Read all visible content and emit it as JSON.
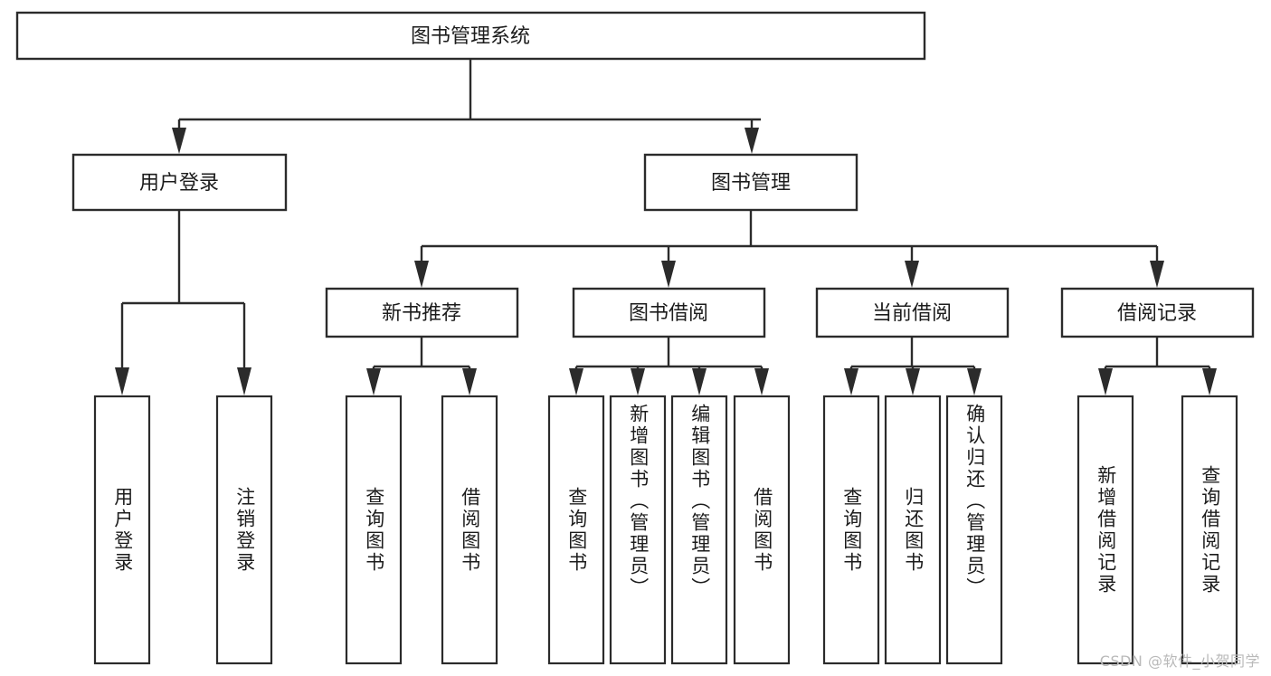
{
  "diagram": {
    "type": "tree-hierarchy",
    "title": "图书管理系统",
    "watermark": "CSDN @软件_小贺同学",
    "colors": {
      "background": "#ffffff",
      "stroke": "#2b2b2b",
      "box_fill": "#ffffff",
      "text": "#1c1c1c",
      "watermark": "#b9b9b9"
    },
    "root": {
      "label": "图书管理系统"
    },
    "level2": [
      {
        "label": "用户登录"
      },
      {
        "label": "图书管理"
      }
    ],
    "level3": [
      {
        "label": "新书推荐"
      },
      {
        "label": "图书借阅"
      },
      {
        "label": "当前借阅"
      },
      {
        "label": "借阅记录"
      }
    ],
    "groups": [
      {
        "parent": "用户登录",
        "leaves": [
          {
            "label": "用户登录"
          },
          {
            "label": "注销登录"
          }
        ]
      },
      {
        "parent": "新书推荐",
        "leaves": [
          {
            "label": "查询图书"
          },
          {
            "label": "借阅图书"
          }
        ]
      },
      {
        "parent": "图书借阅",
        "leaves": [
          {
            "label": "查询图书"
          },
          {
            "label": "新增图书（管理员）"
          },
          {
            "label": "编辑图书（管理员）"
          },
          {
            "label": "借阅图书"
          }
        ]
      },
      {
        "parent": "当前借阅",
        "leaves": [
          {
            "label": "查询图书"
          },
          {
            "label": "归还图书"
          },
          {
            "label": "确认归还（管理员）"
          }
        ]
      },
      {
        "parent": "借阅记录",
        "leaves": [
          {
            "label": "新增借阅记录"
          },
          {
            "label": "查询借阅记录"
          }
        ]
      }
    ]
  }
}
